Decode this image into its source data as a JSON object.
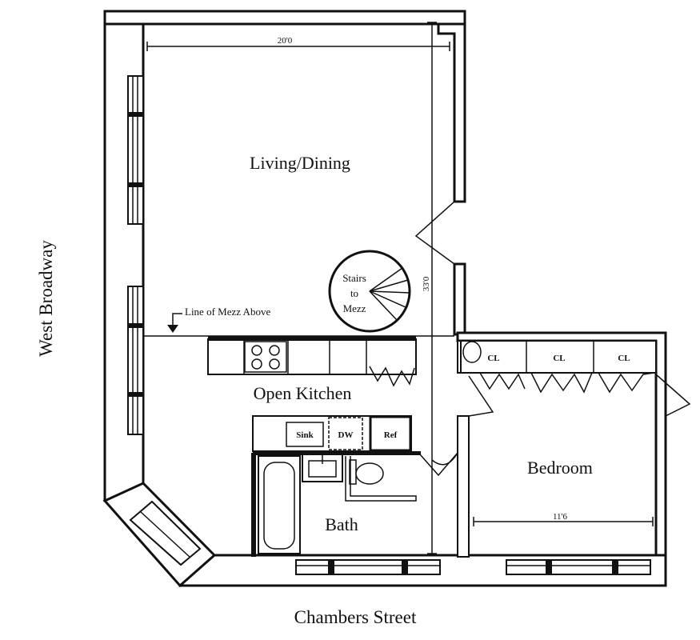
{
  "plan": {
    "rooms": {
      "living": "Living/Dining",
      "kitchen": "Open Kitchen",
      "bath": "Bath",
      "bedroom": "Bedroom"
    },
    "streets": {
      "west": "West Broadway",
      "south": "Chambers Street"
    },
    "dimensions": {
      "living_width": "20'0",
      "depth": "33'0",
      "bedroom_width": "11'6"
    },
    "stairs": {
      "line1": "Stairs",
      "line2": "to",
      "line3": "Mezz"
    },
    "mezz_note": "Line of Mezz Above",
    "appliances": {
      "sink": "Sink",
      "dw": "DW",
      "ref": "Ref"
    },
    "closets": [
      "CL",
      "CL",
      "CL"
    ]
  }
}
